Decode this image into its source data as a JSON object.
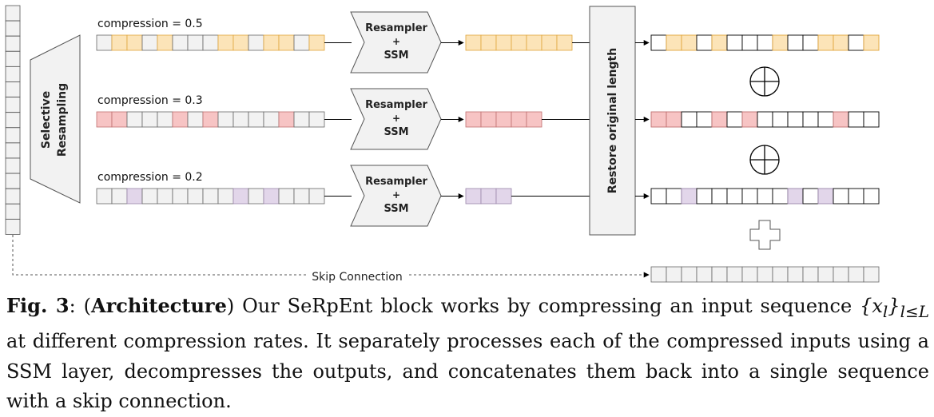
{
  "diagram": {
    "input_cells": 15,
    "selector_label_line1": "Selective",
    "selector_label_line2": "Resampling",
    "branches": [
      {
        "label": "compression = 0.5",
        "color": "#fce4b8",
        "edge": "#e0a53c",
        "input_pattern": [
          0,
          1,
          1,
          0,
          1,
          0,
          0,
          0,
          1,
          1,
          0,
          1,
          1,
          0,
          1
        ],
        "compressed_count": 7,
        "output_pattern": [
          0,
          1,
          1,
          0,
          1,
          0,
          0,
          0,
          1,
          0,
          0,
          1,
          1,
          0,
          1
        ]
      },
      {
        "label": "compression = 0.3",
        "color": "#f7c4c4",
        "edge": "#c07070",
        "input_pattern": [
          1,
          1,
          0,
          0,
          0,
          1,
          0,
          1,
          0,
          0,
          0,
          0,
          1,
          0,
          0
        ],
        "compressed_count": 5,
        "output_pattern": [
          1,
          1,
          0,
          0,
          1,
          0,
          1,
          0,
          0,
          0,
          0,
          0,
          1,
          0,
          0
        ]
      },
      {
        "label": "compression = 0.2",
        "color": "#e2d6ea",
        "edge": "#9a85aa",
        "input_pattern": [
          0,
          0,
          1,
          0,
          0,
          0,
          0,
          0,
          0,
          1,
          0,
          1,
          0,
          0,
          0
        ],
        "compressed_count": 3,
        "output_pattern": [
          0,
          0,
          1,
          0,
          0,
          0,
          0,
          0,
          0,
          1,
          0,
          1,
          0,
          0,
          0
        ]
      }
    ],
    "resampler_line1": "Resampler",
    "resampler_plus": "+",
    "resampler_line2": "SSM",
    "restore_label": "Restore original length",
    "skip_label": "Skip Connection",
    "skip_cells": 15,
    "neutral_cell_color": "#f2f2f2"
  },
  "caption": {
    "fig_label": "Fig. 3",
    "colon": ": (",
    "bold_word": "Architecture",
    "part1": ") Our SeRpEnt block works by compressing an input sequence",
    "math": "{x",
    "math_sub": "l",
    "math_close": "}",
    "math_cond": "l≤L",
    "part2": " at different compression rates. It separately processes each of the compressed inputs using a SSM layer, decompresses the outputs, and concatenates them back into a single sequence with a skip connection."
  }
}
